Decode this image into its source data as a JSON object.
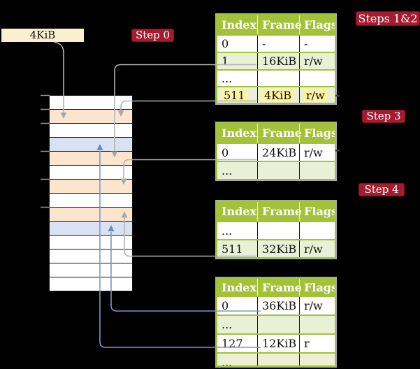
{
  "labels": {
    "free_frame": "4KiB",
    "step0": "Step 0",
    "steps12": "Steps 1&2",
    "step3": "Step 3",
    "step4": "Step 4"
  },
  "memory": {
    "frames": [
      "free",
      "pagetable",
      "free",
      "data",
      "pagetable",
      "free",
      "pagetable",
      "free",
      "pagetable",
      "data",
      "free",
      "free",
      "free",
      "free"
    ],
    "frame_colors": {
      "free": "#ffffff",
      "pagetable": "#fce5cd",
      "data": "#d9e2f3"
    }
  },
  "tables": [
    {
      "headers": [
        "Index",
        "Frame",
        "Flags"
      ],
      "rows": [
        {
          "index": "0",
          "frame": "-",
          "flags": "-"
        },
        {
          "index": "1",
          "frame": "16KiB",
          "flags": "r/w"
        },
        {
          "index": "...",
          "frame": "",
          "flags": ""
        },
        {
          "index": "511",
          "frame": "4KiB",
          "flags": "r/w"
        }
      ]
    },
    {
      "headers": [
        "Index",
        "Frame",
        "Flags"
      ],
      "rows": [
        {
          "index": "0",
          "frame": "24KiB",
          "flags": "r/w"
        },
        {
          "index": "...",
          "frame": "",
          "flags": ""
        }
      ]
    },
    {
      "headers": [
        "Index",
        "Frame",
        "Flags"
      ],
      "rows": [
        {
          "index": "...",
          "frame": "",
          "flags": ""
        },
        {
          "index": "511",
          "frame": "32KiB",
          "flags": "r/w"
        }
      ]
    },
    {
      "headers": [
        "Index",
        "Frame",
        "Flags"
      ],
      "rows": [
        {
          "index": "0",
          "frame": "36KiB",
          "flags": "r/w"
        },
        {
          "index": "...",
          "frame": "",
          "flags": ""
        },
        {
          "index": "127",
          "frame": "12KiB",
          "flags": "r"
        },
        {
          "index": "...",
          "frame": "",
          "flags": ""
        }
      ]
    }
  ],
  "colors": {
    "step_label_bg": "#a51c30",
    "table_header_green": "#a3c139",
    "table_row_green": "#eaf0d6",
    "highlight_yellow": "#fdf3a1",
    "frame_pagetable": "#fce5cd",
    "frame_data": "#d9e2f3",
    "connector_gray": "#b4b4b4",
    "connector_blue": "#7b97c9",
    "free_box_bg": "#fbf0ce"
  }
}
